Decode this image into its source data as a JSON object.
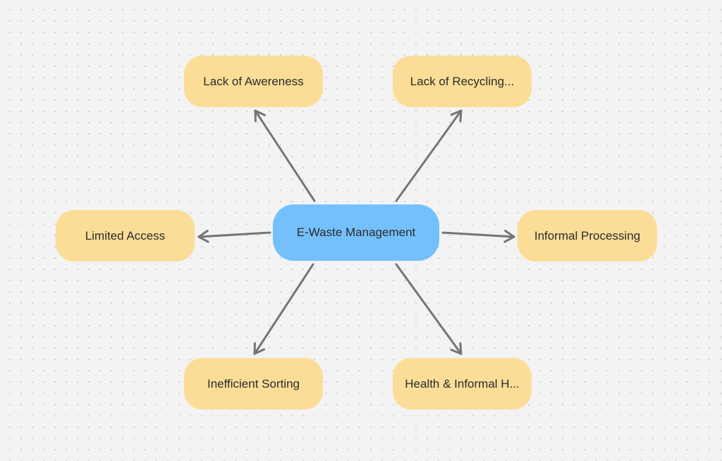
{
  "colors": {
    "center_fill": "#74c0fc",
    "node_fill": "#fbdd97",
    "edge": "#757575"
  },
  "diagram": {
    "center": {
      "label": "E-Waste Management"
    },
    "nodes": [
      {
        "id": "awareness",
        "label": "Lack of Awereness"
      },
      {
        "id": "recycling",
        "label": "Lack of Recycling..."
      },
      {
        "id": "limited",
        "label": "Limited Access"
      },
      {
        "id": "informal",
        "label": "Informal Processing"
      },
      {
        "id": "sorting",
        "label": "Inefficient Sorting"
      },
      {
        "id": "health",
        "label": "Health & Informal H..."
      }
    ],
    "edges": [
      {
        "from": "center",
        "to": "awareness"
      },
      {
        "from": "center",
        "to": "recycling"
      },
      {
        "from": "center",
        "to": "limited"
      },
      {
        "from": "center",
        "to": "informal"
      },
      {
        "from": "center",
        "to": "sorting"
      },
      {
        "from": "center",
        "to": "health"
      }
    ]
  }
}
